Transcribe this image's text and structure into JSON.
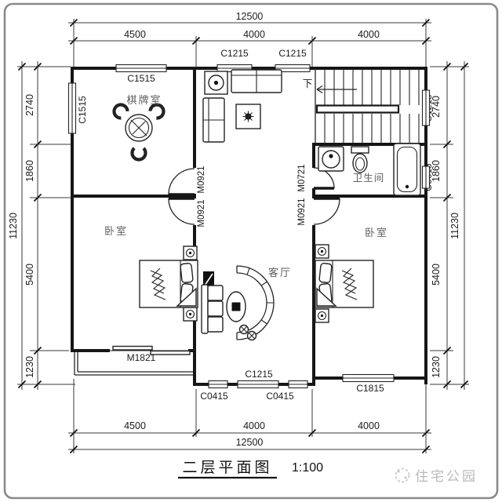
{
  "title": {
    "text": "二层平面图",
    "scale": "1:100"
  },
  "watermark": {
    "text": "住宅公园"
  },
  "rooms": {
    "game_room": "棋牌室",
    "bedroom_left": "卧室",
    "bedroom_right": "卧室",
    "living_room": "客厅",
    "bathroom": "卫生间",
    "stairs_down": "下"
  },
  "dims": {
    "top": {
      "overall": "12500",
      "segments": [
        "4500",
        "4000",
        "4000"
      ]
    },
    "bottom": {
      "overall": "12500",
      "segments": [
        "4500",
        "4000",
        "4000"
      ]
    },
    "left": {
      "overall": "11230",
      "segments": [
        "2740",
        "1860",
        "5400",
        "1230"
      ]
    },
    "right": {
      "overall": "11230",
      "segments": [
        "2740",
        "1860",
        "5400",
        "1230"
      ]
    }
  },
  "windows": {
    "game_top": "C1515",
    "game_left": "C1515",
    "hall_top_left": "C1215",
    "hall_top_right": "C1215",
    "stair_right": "C1215",
    "bath_right": "C0615",
    "living_bottom_center": "C1215",
    "living_bottom_left": "C0415",
    "living_bottom_right": "C0415",
    "bedroom_right_bottom": "C1815"
  },
  "doors": {
    "game_room": "M0921",
    "bedroom_left": "M0921",
    "bathroom": "M0721",
    "bedroom_right": "M0921",
    "balcony": "M1821"
  },
  "colors": {
    "ink": "#161616",
    "room_label": "#5f5f5f",
    "watermark": "#b9b9b9",
    "paper": "#ffffff",
    "frame": "#8a8a8a"
  }
}
